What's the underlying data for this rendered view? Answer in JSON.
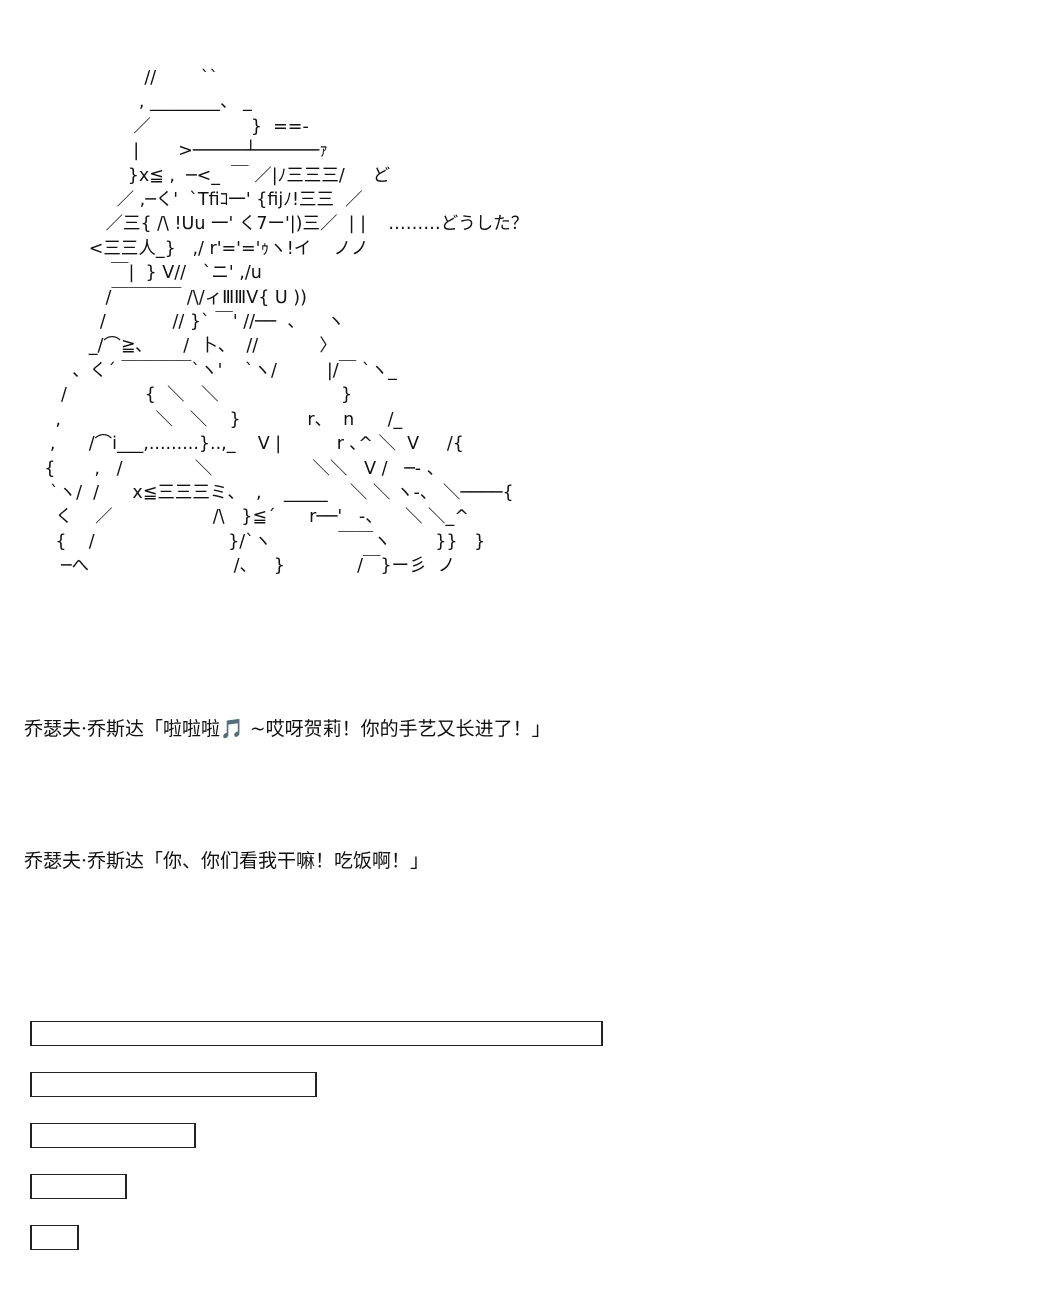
{
  "art": {
    "lines": [
      "                      //        ``",
      "                     , ________、 _",
      "                    ／                  }  ==-",
      "                    |       >─────┴──────ｧ",
      "                   }x≦ ,  ─<_  ￣ ／|ﾉ三三三/     ど",
      "                 ／ ,─く'  `Tfiｺ一' {fijﾉ!三三  ／",
      "               ／三{ /\\ !Uu 一' く7ー'|)三／  | |    ………どうした？",
      "            <三三人_}   ,/ r'='='ｩヽ!イ    ノノ",
      "                ￣|  } V//   `ニ' ,/u",
      "               /￣￣￣￣ /\\/ィⅢⅢV{ U ))",
      "              /            // }` ￣' //──  、    ヽ",
      "            _/⌒≧､       /  卜、  //           〉",
      "         、く´ ￣￣￣￣`ヽ'    `ヽ/         |/￣ `ヽ_",
      "       /              {  ＼   ＼                      }",
      "      ,                 ＼   ＼    }            r、  n      /_",
      "     ,      /⌒i___,.........}..,_    V |          r ､^ ＼  V     /{",
      "    {       ,   /             ＼                  ＼＼   V /   ─- 、",
      "     `ヽ/  /      x≦三三三ミ、  ,    _____    ＼ ＼ ヽ-、 ＼────{",
      "      く    ／                  /\\   }≦´      r──'   -、    ＼ ＼_^",
      "      {    /                        }/`ヽ            ￣￣ヽ        }}   }",
      "       ─へ                          /、   }             /￣}ー彡  ノ"
    ]
  },
  "dialogue": {
    "line1": "乔瑟夫·乔斯达「啦啦啦🎵 ~哎呀贺莉！你的手艺又长进了！」",
    "line2": "乔瑟夫·乔斯达「你、你们看我干嘛！吃饭啊！」"
  },
  "bars": {
    "widths_fraction": [
      1.0,
      0.5,
      0.29,
      0.17,
      0.085
    ]
  }
}
